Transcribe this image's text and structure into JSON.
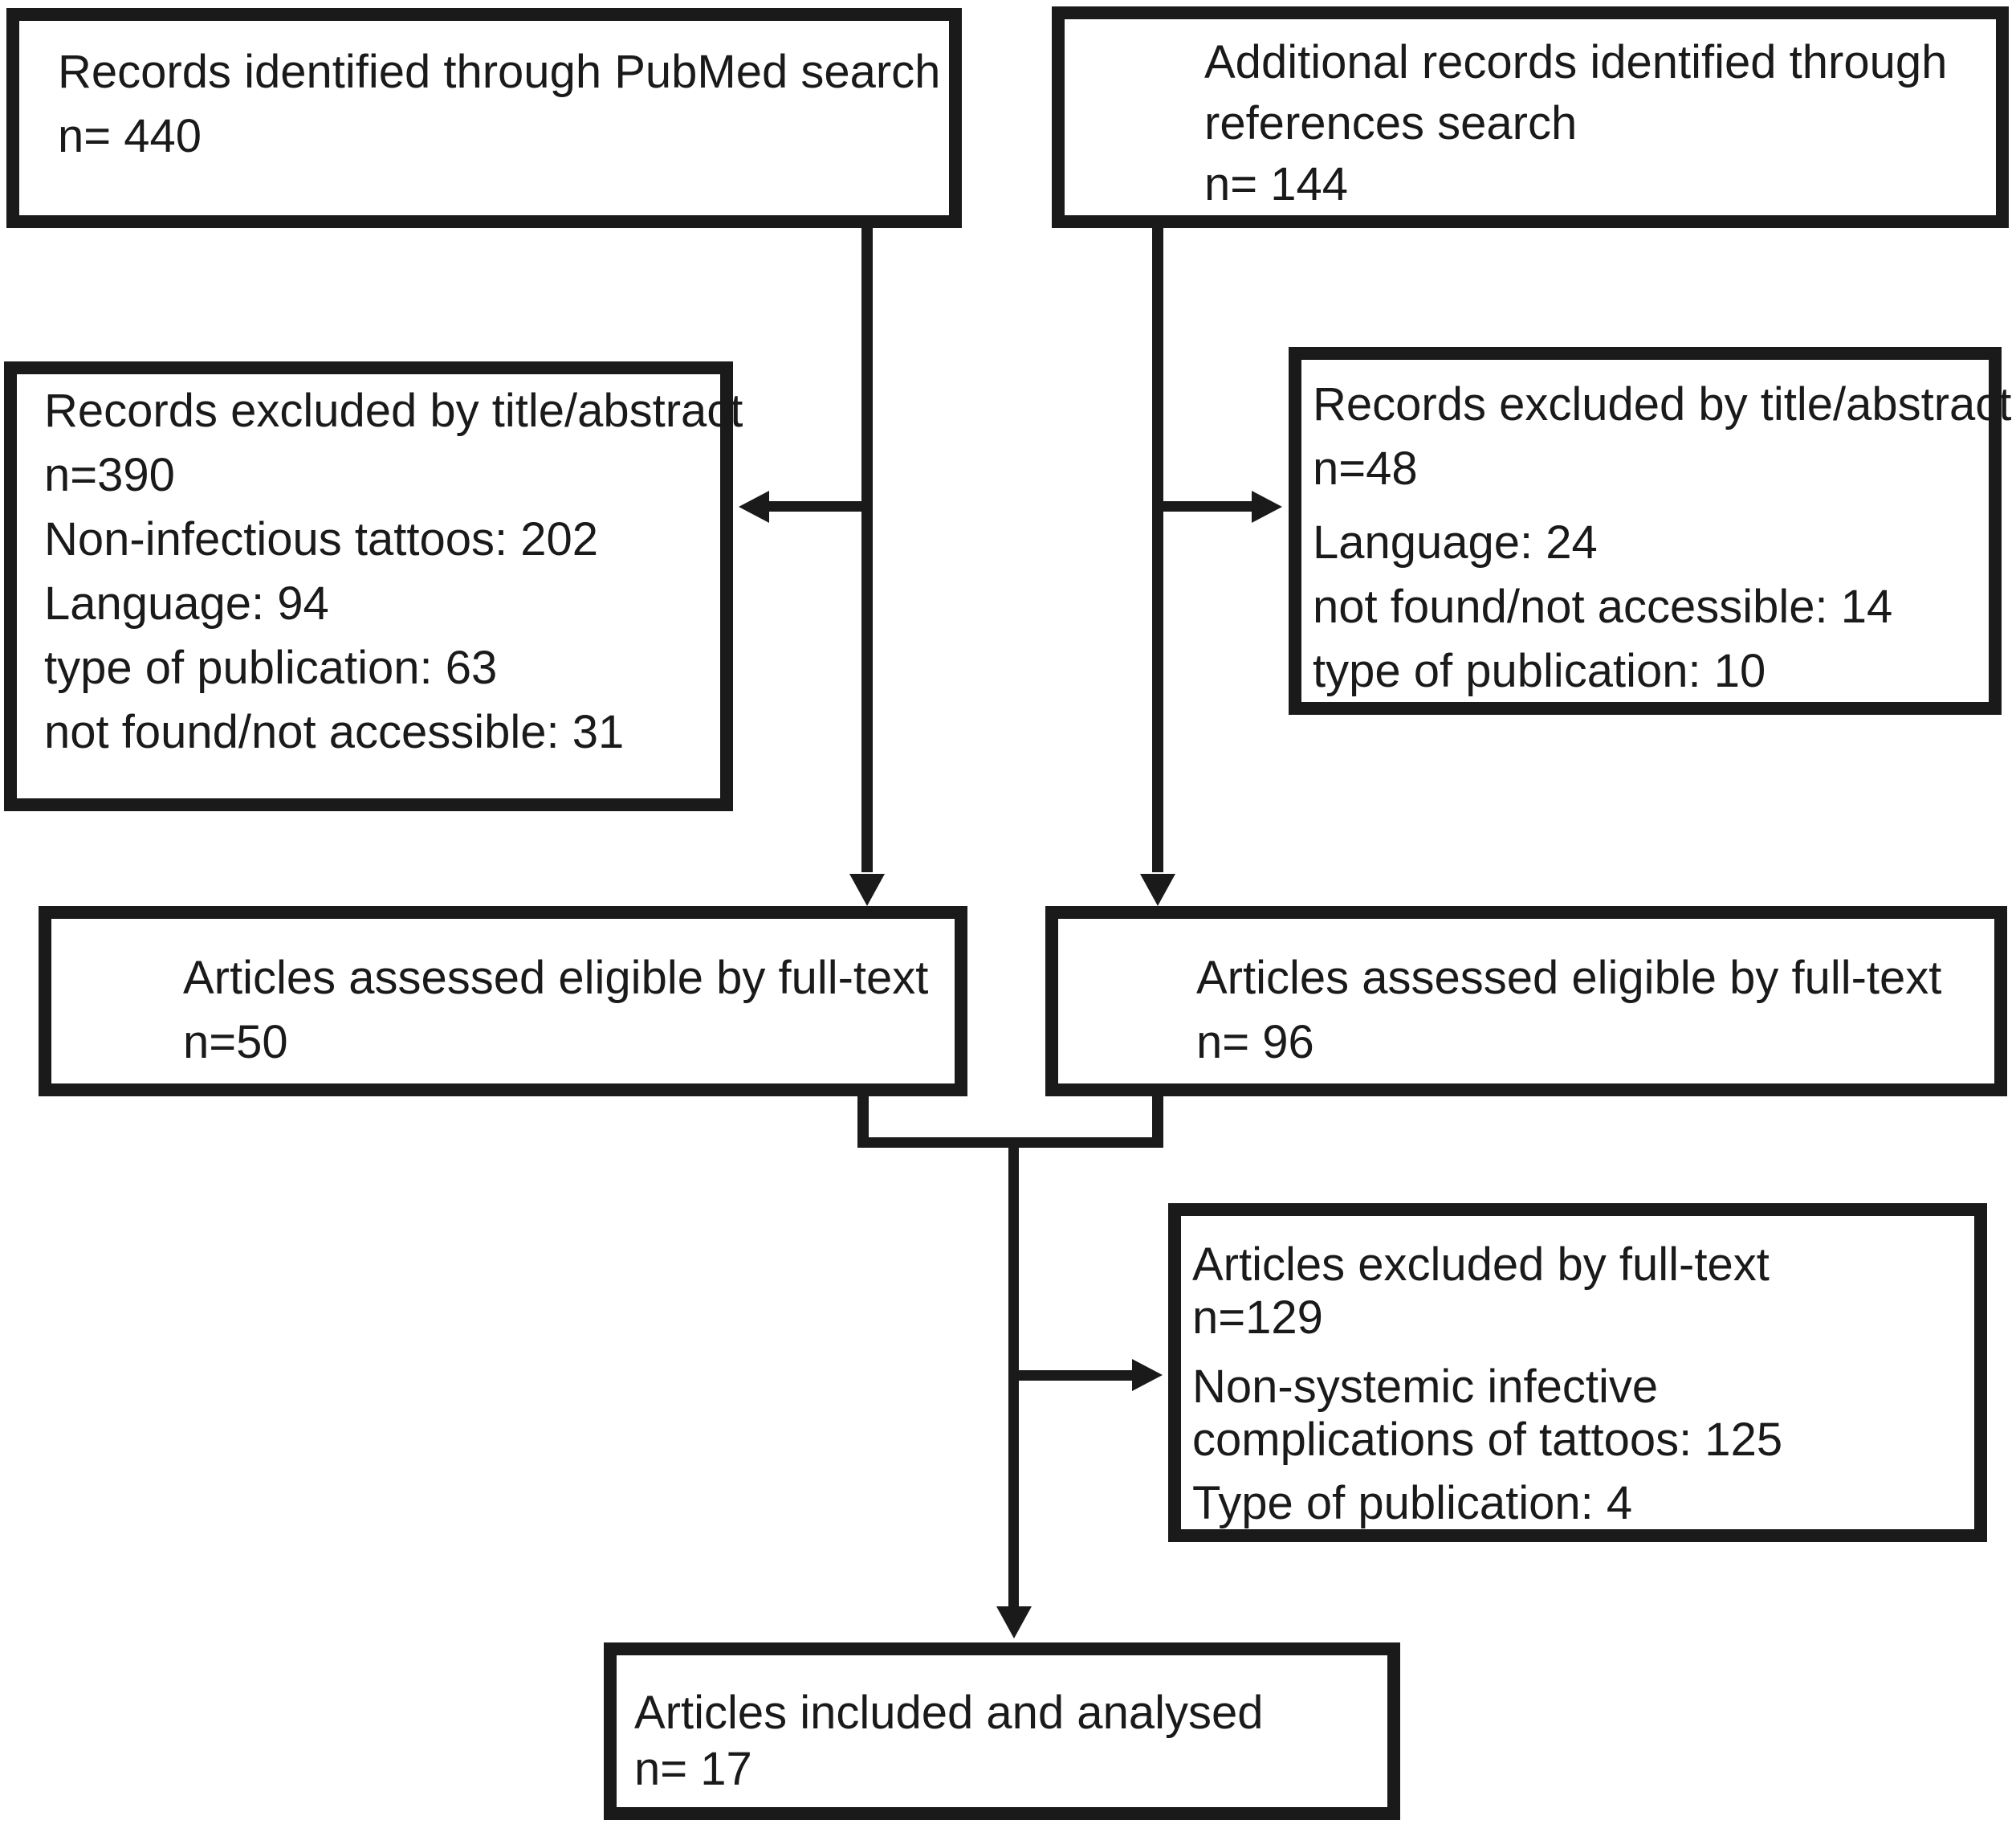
{
  "figure": {
    "background_color": "#ffffff",
    "line_color": "#1a1a1a"
  },
  "boxes": {
    "pubmed": {
      "lines": [
        "Records identified through PubMed search",
        "n= 440"
      ]
    },
    "references": {
      "lines": [
        "Additional records identified through",
        "references search",
        "n= 144"
      ]
    },
    "excluded_title_abstract_pubmed": {
      "lines": [
        "Records excluded by title/abstract",
        "n=390",
        "Non-infectious tattoos: 202",
        "Language: 94",
        "type of publication: 63",
        "not found/not accessible: 31"
      ]
    },
    "excluded_title_abstract_references": {
      "lines": [
        "Records excluded by title/abstract",
        "n=48",
        "Language: 24",
        "not found/not accessible: 14",
        "type of publication: 10"
      ]
    },
    "eligible_pubmed": {
      "lines": [
        "Articles assessed eligible by full-text",
        "n=50"
      ]
    },
    "eligible_references": {
      "lines": [
        "Articles assessed eligible by full-text",
        "n= 96"
      ]
    },
    "excluded_fulltext": {
      "lines": [
        "Articles excluded by full-text",
        "n=129",
        "Non-systemic infective",
        "complications of tattoos: 125",
        "Type of publication: 4"
      ]
    },
    "included": {
      "lines": [
        "Articles included and analysed",
        "n= 17"
      ]
    }
  }
}
